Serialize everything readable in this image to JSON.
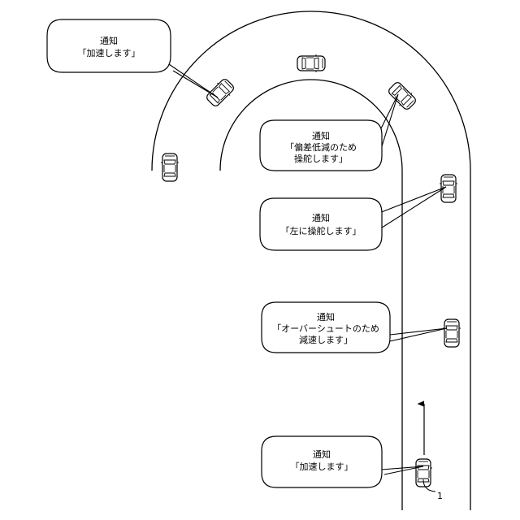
{
  "notifications": [
    {
      "lines": [
        "通知",
        "「加速します」"
      ]
    },
    {
      "lines": [
        "通知",
        "「偏差低減のため",
        "操舵します」"
      ]
    },
    {
      "lines": [
        "通知",
        "「左に操舵します」"
      ]
    },
    {
      "lines": [
        "通知",
        "「オーバーシュートのため",
        "減速します」"
      ]
    },
    {
      "lines": [
        "通知",
        "「加速します」"
      ]
    }
  ],
  "reference_label": "1",
  "cars": [
    {
      "name": "car-top-left-arc"
    },
    {
      "name": "car-top-center"
    },
    {
      "name": "car-top-right-arc"
    },
    {
      "name": "car-left-outer"
    },
    {
      "name": "car-right-upper"
    },
    {
      "name": "car-right-middle"
    },
    {
      "name": "car-bottom-subject"
    }
  ]
}
